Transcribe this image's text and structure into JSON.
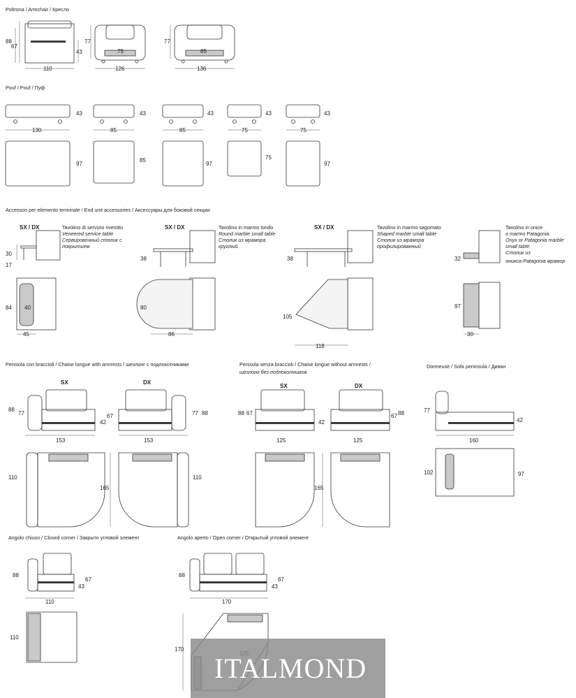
{
  "sections": {
    "armchair": "Poltrona / Armchair / Кресло",
    "pouf": "Pouf / Pouf / Пуф",
    "accessories": "Accessori per elemento terminale / End unit accessories / Аксессуары для боковой секции",
    "chaise_arms": "Penisola con braccioli / Chaise longue with armrests / шезлонг с подлокотниками",
    "chaise_noarms_1": "Penisola senza braccioli / Chaise longue without armrests /",
    "chaise_noarms_2": "шезлонг без подлокотников",
    "dormeuse": "Dormeuse / Sofa peninsula  / Диван",
    "closed_corner": "Angolo chiuso / Closed corner / Закрыто угловой элемент",
    "open_corner": "Angolo aperto / Open corner / Открытый угловой элемент"
  },
  "armchair": {
    "a": {
      "h_total": "88",
      "h_back": "67",
      "h_seat": "43",
      "width": "110"
    },
    "b": {
      "h": "77",
      "inner": "75",
      "width": "126"
    },
    "c": {
      "h": "77",
      "inner": "85",
      "width": "136"
    }
  },
  "pouf": {
    "items": [
      {
        "width": "130",
        "height": "43",
        "depth": "97"
      },
      {
        "width": "85",
        "height": "43",
        "depth": "85"
      },
      {
        "width": "85",
        "height": "43",
        "depth": "97"
      },
      {
        "width": "75",
        "height": "43",
        "depth": "75"
      },
      {
        "width": "75",
        "height": "43",
        "depth": "97"
      }
    ]
  },
  "accessories": {
    "side_label": "SX / DX",
    "veneered": {
      "l1": "Tavolino di servizio rivestito",
      "l2": "Veneered service table",
      "l3": "Сервировочный столик с",
      "l4": "покрытием",
      "h1": "30",
      "h2": "17",
      "depth": "84",
      "inner": "40",
      "width": "45"
    },
    "round": {
      "l1": "Tavolino in marmo tondo",
      "l2": "Round marble small table",
      "l3": "Столик из мрамора",
      "l4": "круглый",
      "h": "38",
      "depth": "80",
      "width": "86"
    },
    "shaped": {
      "l1": "Tavolino in marmo sagomato",
      "l2": "Shaped marble small table",
      "l3": "Столик из мрамора",
      "l4": "профилированный",
      "h": "38",
      "depth": "105",
      "width": "118"
    },
    "onyx": {
      "l1": "Tavolino in onice",
      "l2": "o marmo Patagonia",
      "l3": "Onyx or Patagonia marble",
      "l4": "small table",
      "l5": "Столик из",
      "l6": "оникса-Patagonia мрамор",
      "h": "32",
      "depth": "97",
      "width": "30"
    }
  },
  "chaise_arms": {
    "sx": "SX",
    "dx": "DX",
    "h88": "88",
    "h77": "77",
    "h67": "67",
    "h42": "42",
    "width": "153",
    "depth": "110",
    "length": "165"
  },
  "chaise_noarms": {
    "sx": "SX",
    "dx": "DX",
    "h88": "88",
    "h67": "67",
    "h42": "42",
    "width": "125",
    "length": "165"
  },
  "dormeuse": {
    "h77": "77",
    "h42": "42",
    "width": "160",
    "d1": "102",
    "d2": "97"
  },
  "closed_corner": {
    "h88": "88",
    "h67": "67",
    "h43": "43",
    "width": "110",
    "depth": "110"
  },
  "open_corner": {
    "h88": "88",
    "h67": "67",
    "h43": "43",
    "width": "170",
    "depth": "170",
    "diag": "125"
  },
  "watermark": "ITALMOND"
}
